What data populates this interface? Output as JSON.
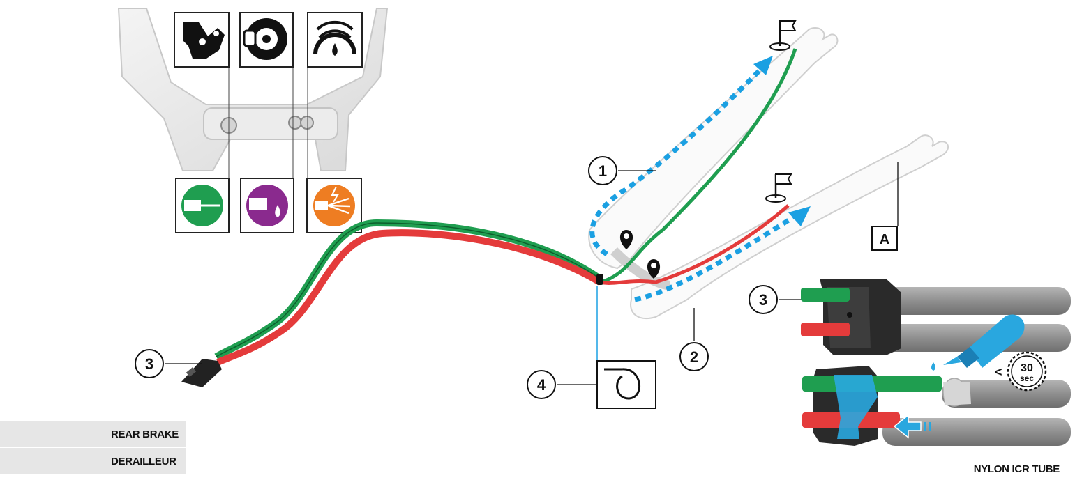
{
  "callouts": {
    "c1": "1",
    "c2": "2",
    "c3_cable": "3",
    "c3_connector": "3",
    "c4": "4",
    "a": "A"
  },
  "timer": {
    "value": "30",
    "unit": "sec",
    "prefix": "<"
  },
  "legend": [
    {
      "label": "REAR BRAKE",
      "color": "#e43b3b"
    },
    {
      "label": "DERAILLEUR",
      "color": "#2e9e4f"
    }
  ],
  "tube_label": "NYLON ICR TUBE",
  "colors": {
    "green": "#1f9e50",
    "red": "#e43b3b",
    "purple": "#8a2a8e",
    "orange": "#ee7d22",
    "blue_dash": "#1ba0e2",
    "grey_tube": "#9a9a9a"
  },
  "icons": {
    "top": [
      "derailleur-icon",
      "brake-rotor-icon",
      "hydraulic-pressure-icon"
    ],
    "bottom": [
      "derailleur-cable-icon",
      "brake-hose-icon",
      "electric-wire-icon"
    ]
  }
}
